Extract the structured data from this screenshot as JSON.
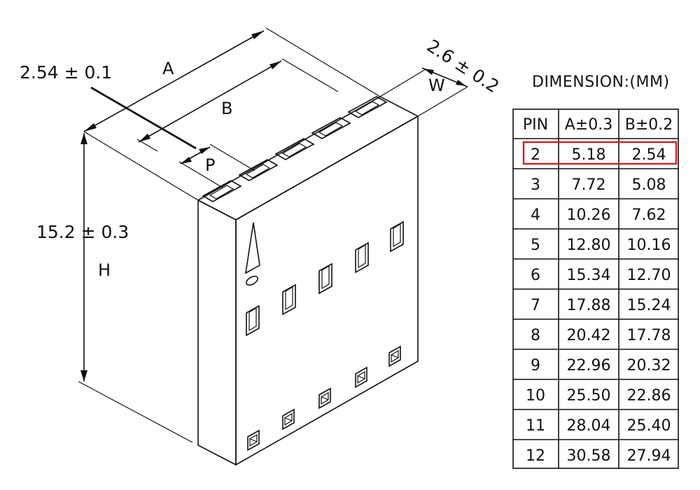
{
  "dimensions": {
    "pitch": "2.54 ± 0.1",
    "height": "15.2 ± 0.3",
    "depth": "2.6 ± 0.2",
    "label_a": "A",
    "label_b": "B",
    "label_h": "H",
    "label_p": "P",
    "label_w": "W"
  },
  "table": {
    "title": "DIMENSION:(MM)",
    "headers": [
      "PIN",
      "A±0.3",
      "B±0.2"
    ],
    "rows": [
      [
        "2",
        "5.18",
        "2.54"
      ],
      [
        "3",
        "7.72",
        "5.08"
      ],
      [
        "4",
        "10.26",
        "7.62"
      ],
      [
        "5",
        "12.80",
        "10.16"
      ],
      [
        "6",
        "15.34",
        "12.70"
      ],
      [
        "7",
        "17.88",
        "15.24"
      ],
      [
        "8",
        "20.42",
        "17.78"
      ],
      [
        "9",
        "22.96",
        "20.32"
      ],
      [
        "10",
        "25.50",
        "22.86"
      ],
      [
        "11",
        "28.04",
        "25.40"
      ],
      [
        "12",
        "30.58",
        "27.94"
      ]
    ],
    "highlight_row": 0,
    "highlight_color": "#d21f26"
  }
}
